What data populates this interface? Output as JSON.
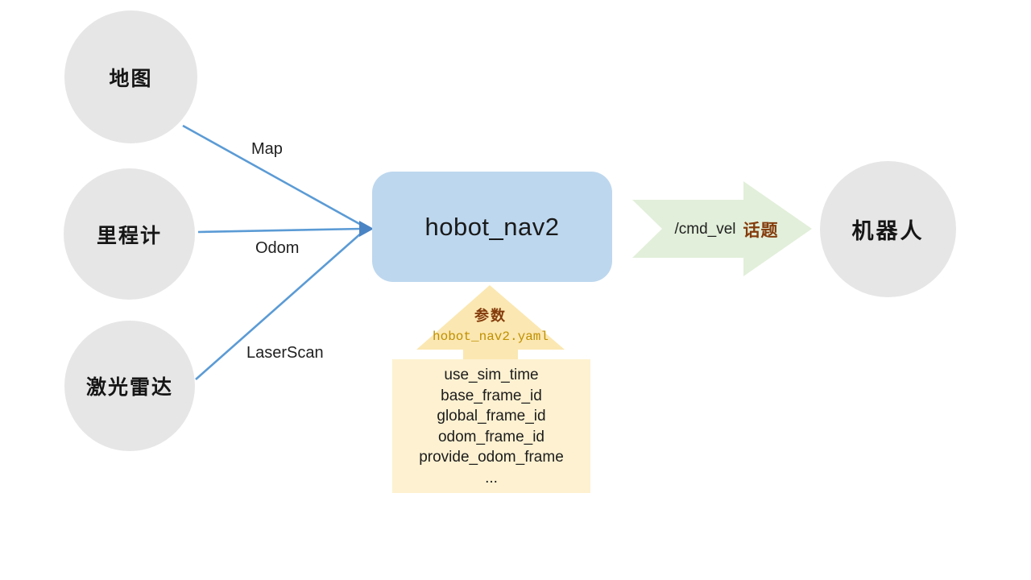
{
  "diagram": {
    "nodes": {
      "map": {
        "label": "地图"
      },
      "odometer": {
        "label": "里程计"
      },
      "lidar": {
        "label": "激光雷达"
      },
      "nav2": {
        "label": "hobot_nav2"
      },
      "robot": {
        "label": "机器人"
      }
    },
    "edges": {
      "map_label": "Map",
      "odom_label": "Odom",
      "laser_label": "LaserScan"
    },
    "cmd_vel": {
      "topic": "/cmd_vel",
      "suffix": "话题"
    },
    "params": {
      "title": "参数",
      "file": "hobot_nav2.yaml",
      "list": [
        "use_sim_time",
        "base_frame_id",
        "global_frame_id",
        "odom_frame_id",
        "provide_odom_frame",
        "..."
      ]
    },
    "colors": {
      "node_fill": "#e7e6e6",
      "nav2_fill": "#bdd7ee",
      "connector_blue": "#5b9bd5",
      "arrowhead_blue": "#4a84c4",
      "cmdvel_arrow_fill": "#e2efda",
      "param_arrow_fill": "#fbe7b1",
      "param_box_fill": "#fdf1d1",
      "accent_brown": "#843c0c",
      "accent_olive": "#bf9000"
    }
  }
}
